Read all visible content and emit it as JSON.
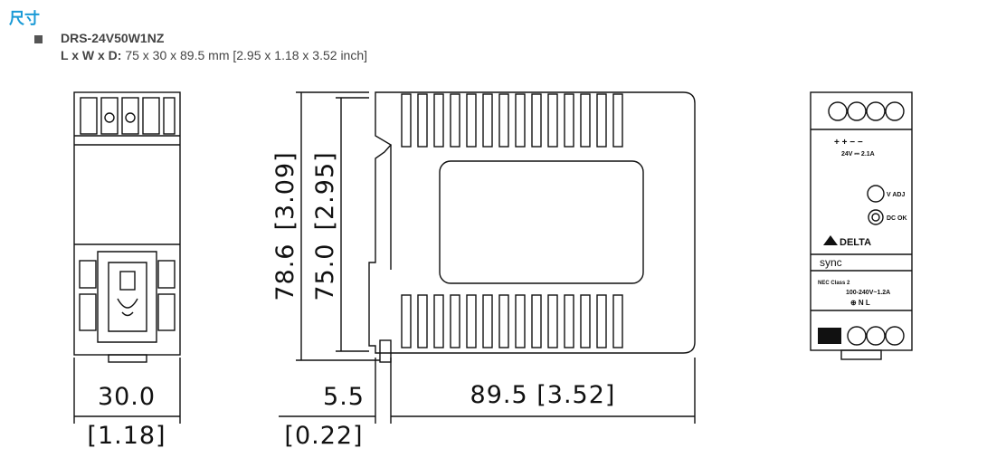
{
  "title": "尺寸",
  "product": {
    "model": "DRS-24V50W1NZ",
    "dims_label": "L x W x D:",
    "dims_value": "75 x 30 x 89.5 mm [2.95 x 1.18 x 3.52 inch]"
  },
  "dimensions": {
    "width_mm": "30.0",
    "width_in": "[1.18]",
    "height_total_mm": "78.6",
    "height_total_in": "[3.09]",
    "height_body_mm": "75.0",
    "height_body_in": "[2.95]",
    "offset_mm": "5.5",
    "offset_in": "[0.22]",
    "depth_label": "89.5  [3.52]"
  },
  "front_panel": {
    "polarity_labels": "+   +   −   −",
    "output_rating": "24V ⎓ 2.1A",
    "v_adj_label": "V ADJ",
    "dc_ok_label": "DC OK",
    "brand": "DELTA",
    "series": "sync",
    "nec_label": "NEC Class 2",
    "input_rating": "100-240V~1.2A",
    "input_terminals": "⊕   N   L"
  },
  "colors": {
    "accent": "#1a9ad6",
    "line": "#111111"
  }
}
